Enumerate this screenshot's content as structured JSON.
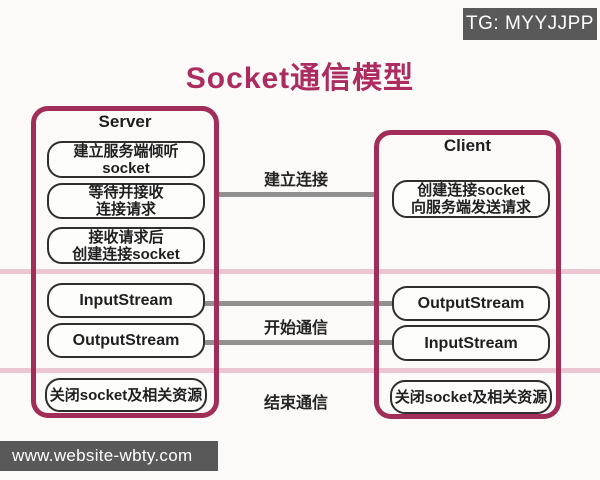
{
  "watermarks": {
    "top_right": "TG: MYYJJPP",
    "bottom_left": "www.website-wbty.com"
  },
  "title": "Socket通信模型",
  "server": {
    "label": "Server",
    "steps": [
      {
        "line1": "建立服务端倾听",
        "line2": "socket"
      },
      {
        "line1": "等待并接收",
        "line2": "连接请求"
      },
      {
        "line1": "接收请求后",
        "line2": "创建连接socket"
      }
    ],
    "streams": [
      "InputStream",
      "OutputStream"
    ],
    "close": "关闭socket及相关资源"
  },
  "client": {
    "label": "Client",
    "steps": [
      {
        "line1": "创建连接socket",
        "line2": "向服务端发送请求"
      }
    ],
    "streams": [
      "OutputStream",
      "InputStream"
    ],
    "close": "关闭socket及相关资源"
  },
  "phases": [
    "建立连接",
    "开始通信",
    "结束通信"
  ],
  "colors": {
    "outer_border": "#a12e59",
    "title": "#ad2c60",
    "pink_line": "#ecc7d3",
    "gray_line": "#909090",
    "badge_bg": "#595959",
    "step_border": "#2e2e2e",
    "background": "#fbfaf9"
  }
}
